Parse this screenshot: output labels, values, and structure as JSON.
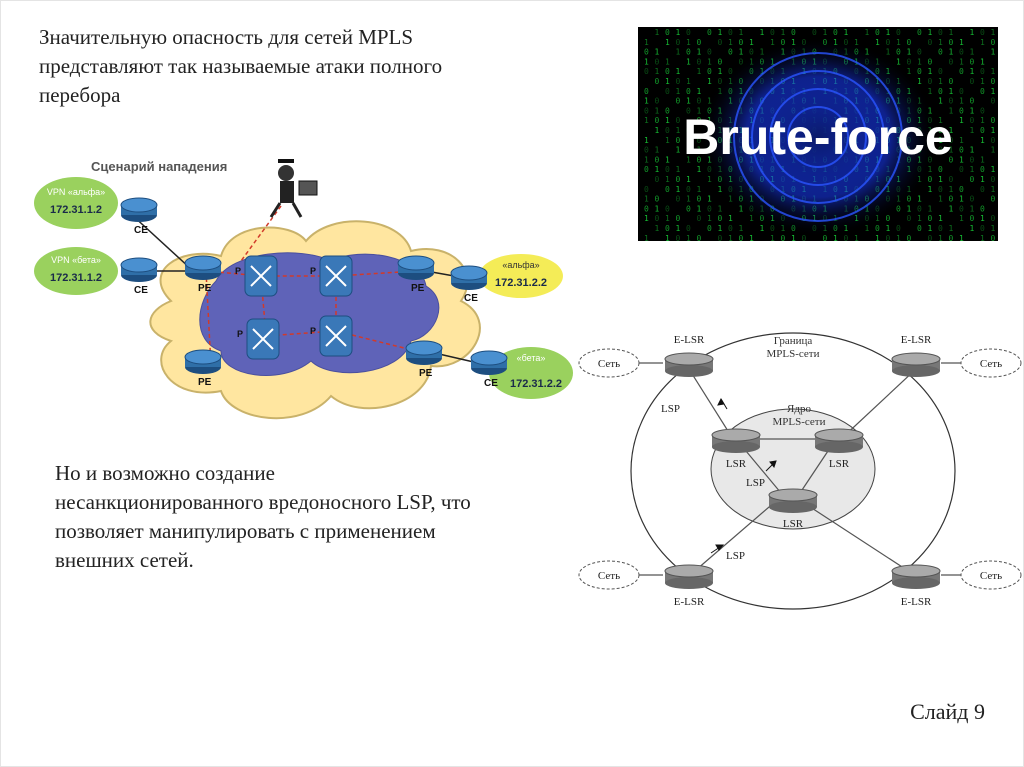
{
  "slide": {
    "text_top_lines": [
      "Значительную опасность для сетей MPLS",
      "представляют так называемые атаки полного",
      "перебора"
    ],
    "text_bottom_lines": [
      "Но и возможно создание",
      "несанкционированного вредоносного LSP, что",
      "позволяет манипулировать с применением",
      "внешних сетей."
    ],
    "slide_number": "Слайд 9"
  },
  "brute_force_image": {
    "label": "Brute-force",
    "colors": {
      "background": "#000000",
      "matrix": "#19d43a",
      "ring": "#1a3cff"
    }
  },
  "attack_diagram": {
    "title": "Сценарий нападения",
    "sites": [
      {
        "vpn_label": "VPN «альфа»",
        "ip": "172.31.1.2"
      },
      {
        "vpn_label": "VPN «бета»",
        "ip": "172.31.1.2"
      },
      {
        "vpn_label": "«альфа»",
        "ip": "172.31.2.2"
      },
      {
        "vpn_label": "«бета»",
        "ip": "172.31.2.2"
      }
    ],
    "router_labels": {
      "ce": "CE",
      "pe": "PE",
      "p": "P"
    },
    "colors": {
      "cloud": "#ffe6a0",
      "core": "#5f63b8",
      "site": "#9ad15e",
      "router": "#2f6fa8"
    }
  },
  "mpls_diagram": {
    "boundary_label": [
      "Граница",
      "MPLS-сети"
    ],
    "core_label": [
      "Ядро",
      "MPLS-сети"
    ],
    "node_labels": {
      "edge": "E-LSR",
      "core": "LSR",
      "lsp": "LSP",
      "net": "Сеть"
    }
  }
}
